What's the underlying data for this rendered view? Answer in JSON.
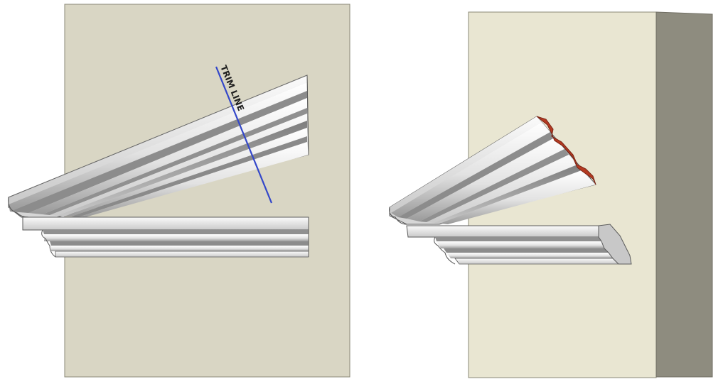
{
  "annotations": {
    "trim_line_label": "TRIM LINE"
  },
  "colors": {
    "background": "#ffffff",
    "wall_left": "#d9d6c4",
    "wall_right_front": "#e9e6d2",
    "wall_right_side": "#8e8c7f",
    "wall_outline": "#8a8877",
    "molding_light": "#ffffff",
    "molding_mid": "#d8d8d8",
    "molding_dark": "#8e8e8e",
    "molding_outline": "#5a5a5a",
    "trim_line": "#3347c9",
    "cut_face": "#b43a22"
  },
  "icons": {
    "left_panel": "uncut-crown-molding-illustration",
    "right_panel": "trimmed-crown-molding-illustration"
  }
}
